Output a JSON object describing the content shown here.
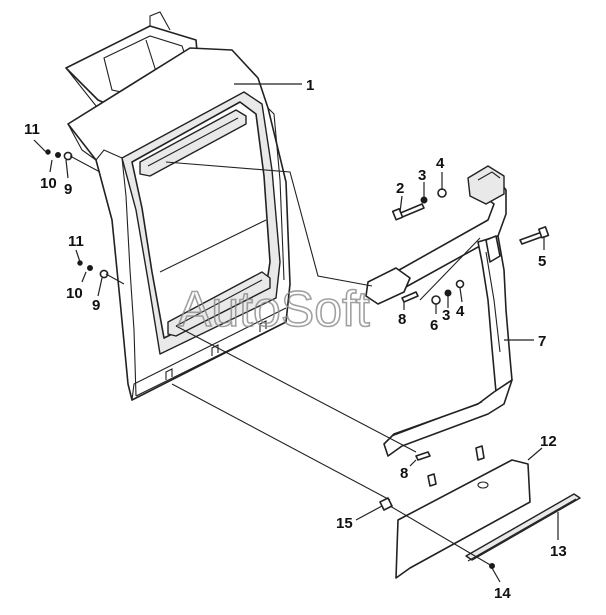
{
  "callouts": {
    "c1": "1",
    "c2": "2",
    "c3a": "3",
    "c4a": "4",
    "c5": "5",
    "c6": "6",
    "c3b": "3",
    "c4b": "4",
    "c7": "7",
    "c8a": "8",
    "c8b": "8",
    "c9a": "9",
    "c9b": "9",
    "c10a": "10",
    "c10b": "10",
    "c11a": "11",
    "c11b": "11",
    "c12": "12",
    "c13": "13",
    "c14": "14",
    "c15": "15"
  },
  "watermark": "AutoSoft"
}
